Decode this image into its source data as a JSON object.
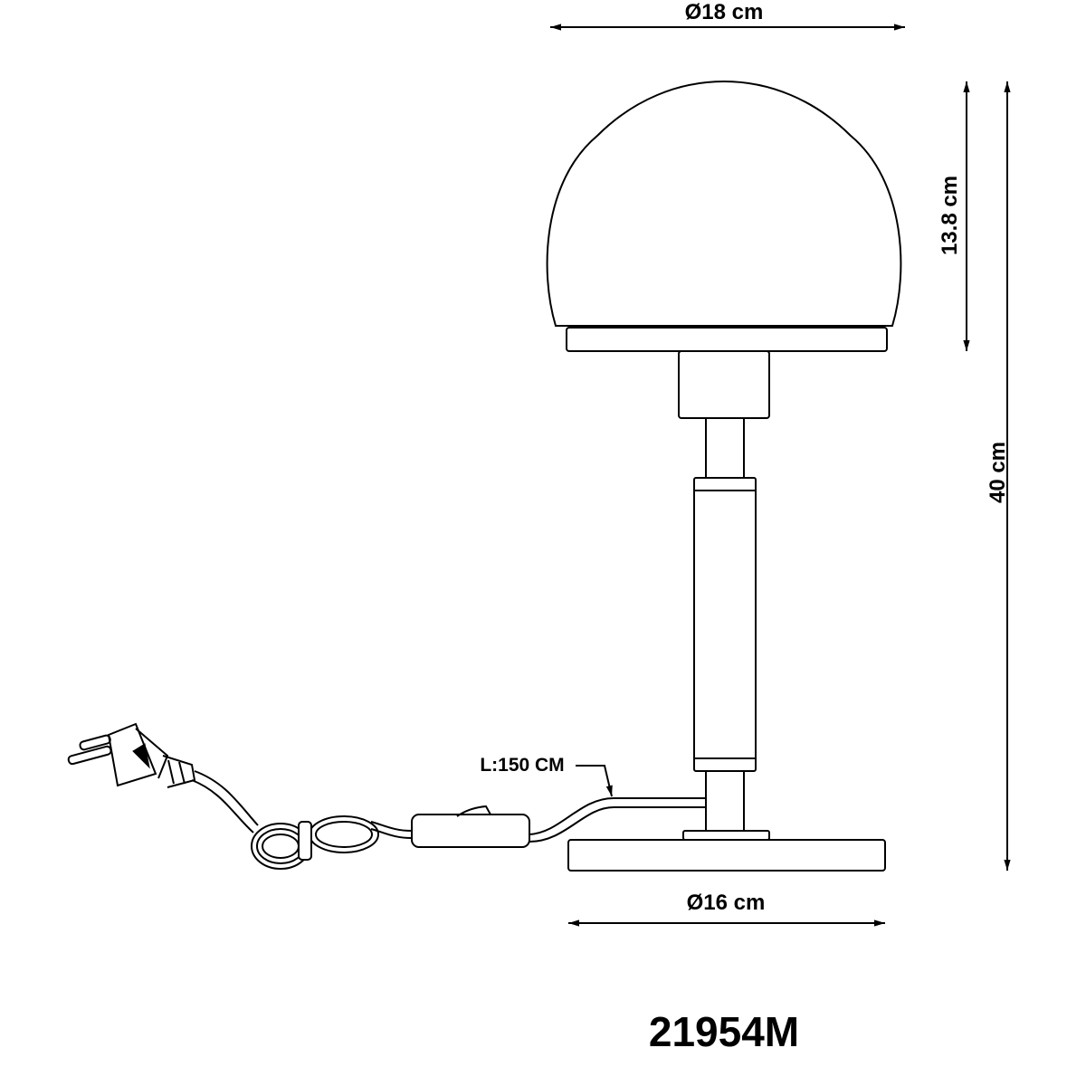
{
  "drawing": {
    "shade_diameter": "Ø18 cm",
    "shade_height": "13.8 cm",
    "total_height": "40 cm",
    "base_diameter": "Ø16 cm",
    "cable_length": "L:150 CM",
    "model_number": "21954M"
  }
}
